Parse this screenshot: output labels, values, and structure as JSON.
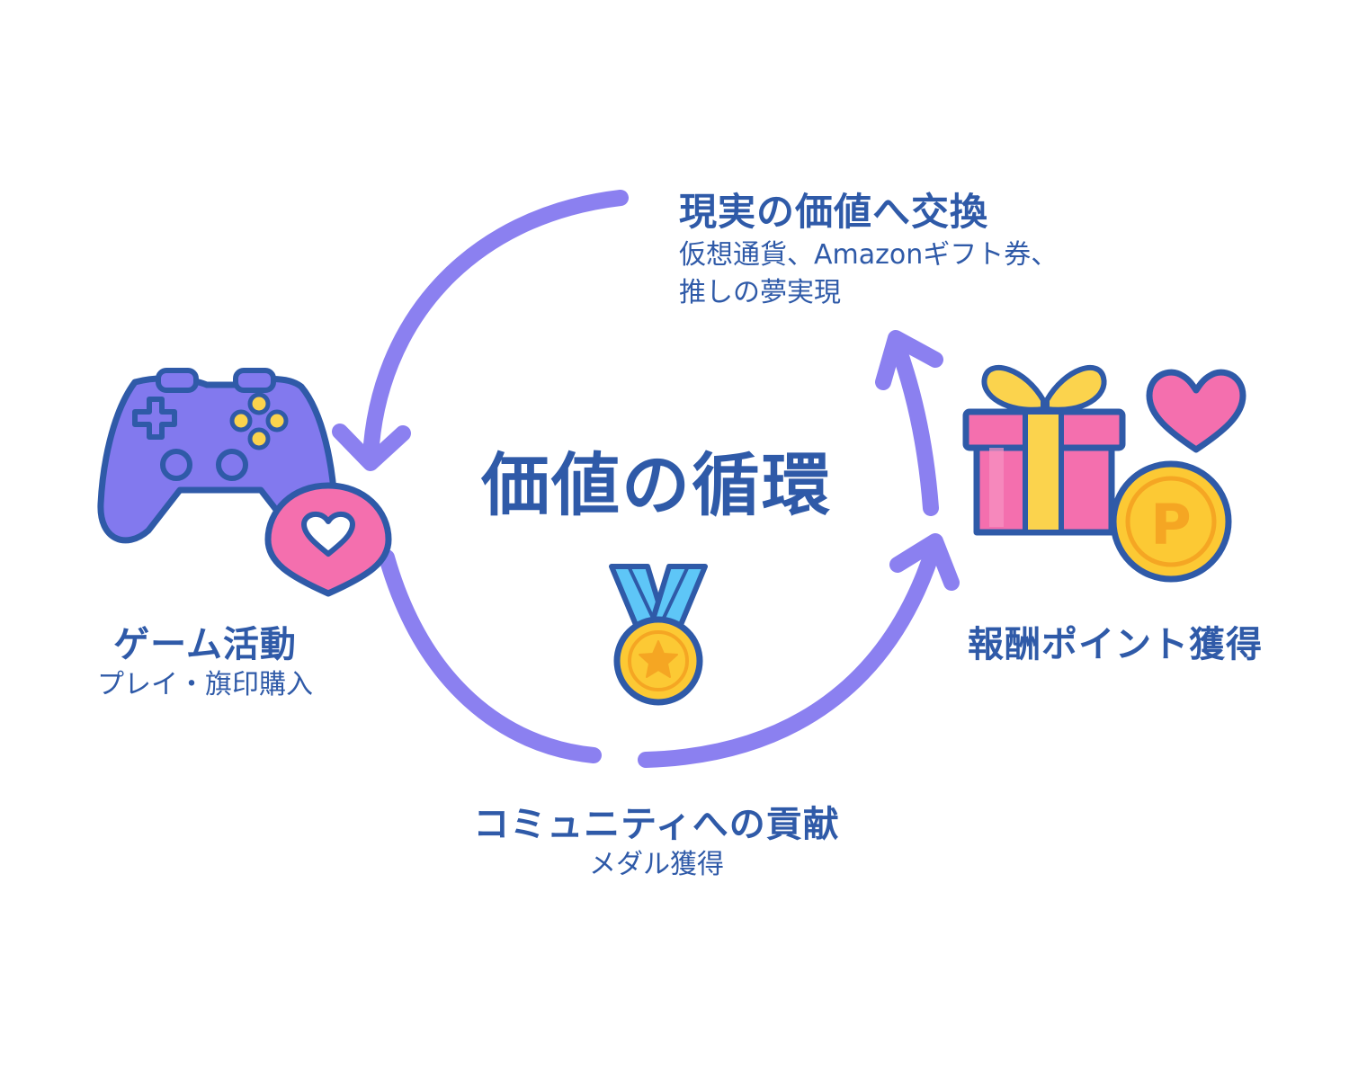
{
  "title": "価値の循環",
  "nodes": {
    "exchange": {
      "label": "現実の価値へ交換",
      "sub_line1": "仮想通貨、Amazonギフト券、",
      "sub_line2": "推しの夢実現"
    },
    "game": {
      "label": "ゲーム活動",
      "sub": "プレイ・旗印購入"
    },
    "reward": {
      "label": "報酬ポイント獲得"
    },
    "community": {
      "label": "コミュニティへの貢献",
      "sub": "メダル獲得"
    }
  },
  "icons": {
    "game": "gamepad-icon",
    "heart_badge": "heart-badge-icon",
    "gift": "gift-box-icon",
    "heart": "heart-icon",
    "coin": "point-coin-icon",
    "medal": "medal-icon",
    "coin_letter": "P"
  },
  "colors": {
    "text": "#2f5aa8",
    "arrow": "#8b80f0",
    "outline": "#2f5aa8",
    "controller": "#8279ee",
    "pink": "#f46fae",
    "yellow": "#fbd34d",
    "coin": "#fcc934",
    "ribbon_blue": "#5ec6f7",
    "white": "#ffffff"
  }
}
